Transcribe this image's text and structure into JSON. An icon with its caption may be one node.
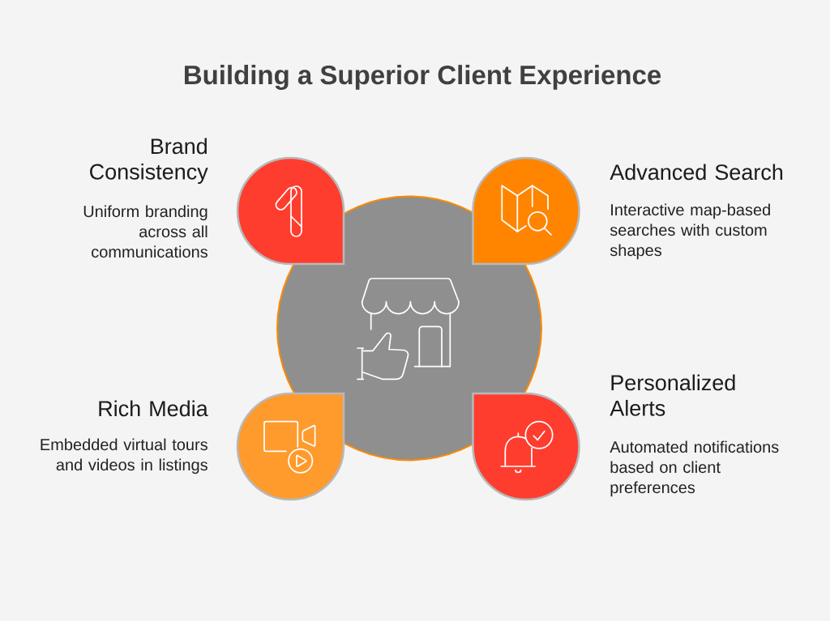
{
  "diagram": {
    "title": "Building a Superior Client Experience",
    "nodes": [
      {
        "text": [
          "Brand Consistency",
          "Uniform branding across all communications"
        ]
      },
      {
        "text": [
          "Advanced Search",
          "Interactive map-based searches with custom shapes"
        ]
      },
      {
        "text": [],
        "shape": "circle"
      },
      {
        "text": [
          "Rich Media",
          "Embedded virtual tours and videos in listings"
        ]
      },
      {
        "text": [
          "Personalized Alerts",
          "Automated notifications based on client preferences"
        ]
      }
    ]
  }
}
